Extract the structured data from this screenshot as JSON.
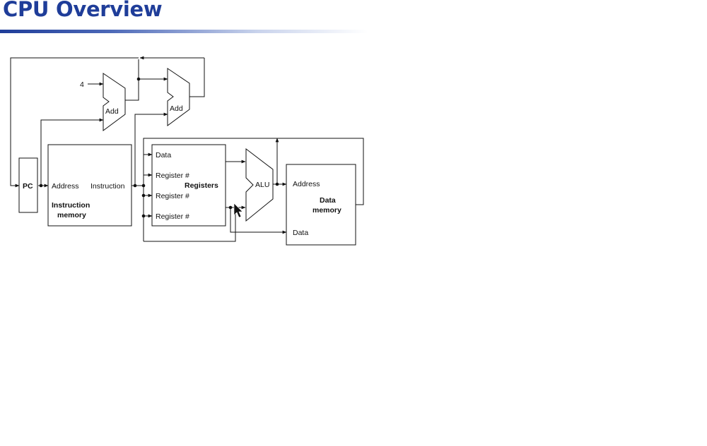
{
  "slide": {
    "title": "CPU Overview"
  },
  "diagram": {
    "const_four": "4",
    "pc": "PC",
    "adder1": "Add",
    "adder2": "Add",
    "imem": {
      "address": "Address",
      "instruction": "Instruction",
      "name_line1": "Instruction",
      "name_line2": "memory"
    },
    "registers": {
      "data": "Data",
      "reg1": "Register #",
      "reg2": "Register #",
      "reg3": "Register #",
      "name": "Registers"
    },
    "alu": "ALU",
    "dmem": {
      "address": "Address",
      "data": "Data",
      "name_line1": "Data",
      "name_line2": "memory"
    }
  },
  "icons": {
    "cursor": "mouse-pointer-icon"
  }
}
